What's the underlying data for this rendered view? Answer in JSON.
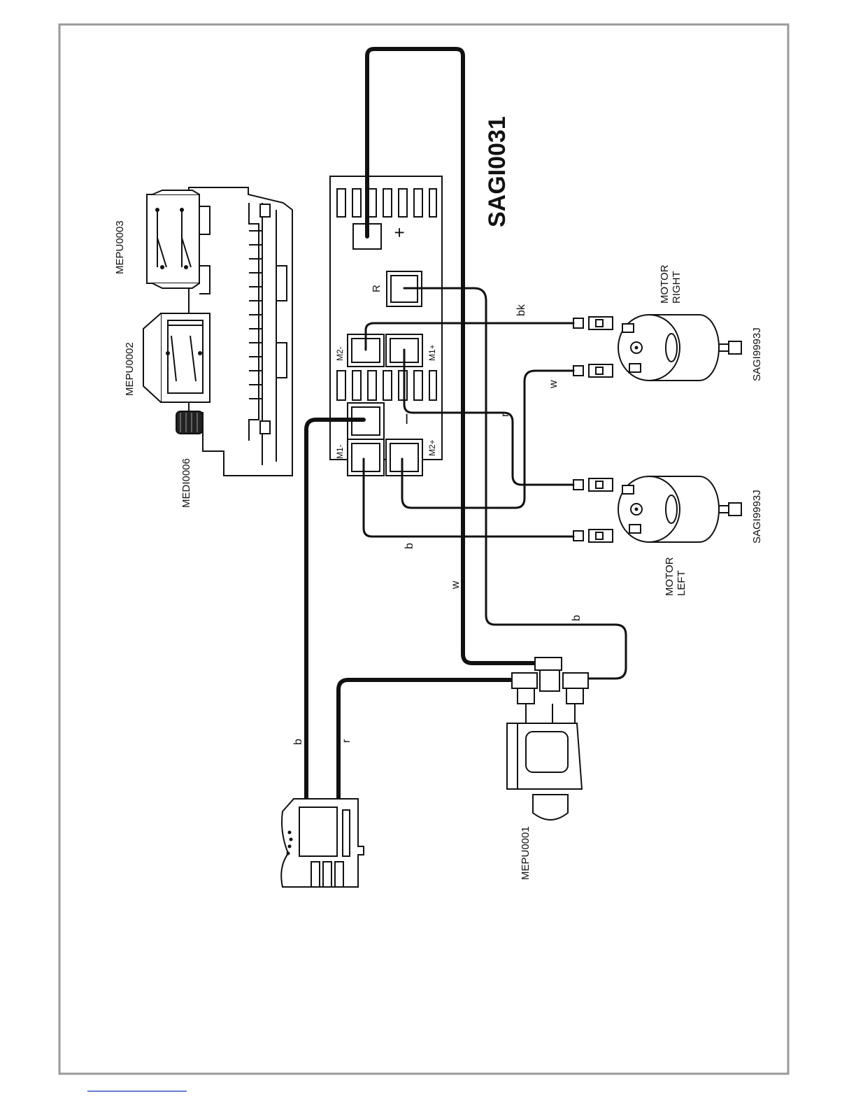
{
  "controller": {
    "title": "SAGI0031",
    "plus": "+",
    "minus": "–",
    "r_label": "R",
    "m1minus": "M1-",
    "m2minus": "M2-",
    "m1plus": "M1+",
    "m2plus": "M2+"
  },
  "parts": {
    "switch_a": "MEPU0003",
    "switch_b": "MEPU0002",
    "knob": "MEDI0006",
    "pedal": "MEPU0001",
    "motor_right_code": "SAGI9993J",
    "motor_left_code": "SAGI9993J",
    "motor_right_l1": "MOTOR",
    "motor_right_l2": "RIGHT",
    "motor_left_l1": "MOTOR",
    "motor_left_l2": "LEFT"
  },
  "wires": {
    "bk": "bk",
    "w_right": "w",
    "r_mid": "r",
    "b_left": "b",
    "w_long": "w",
    "b_pedal": "b",
    "b_batt": "b",
    "r_batt": "r"
  }
}
